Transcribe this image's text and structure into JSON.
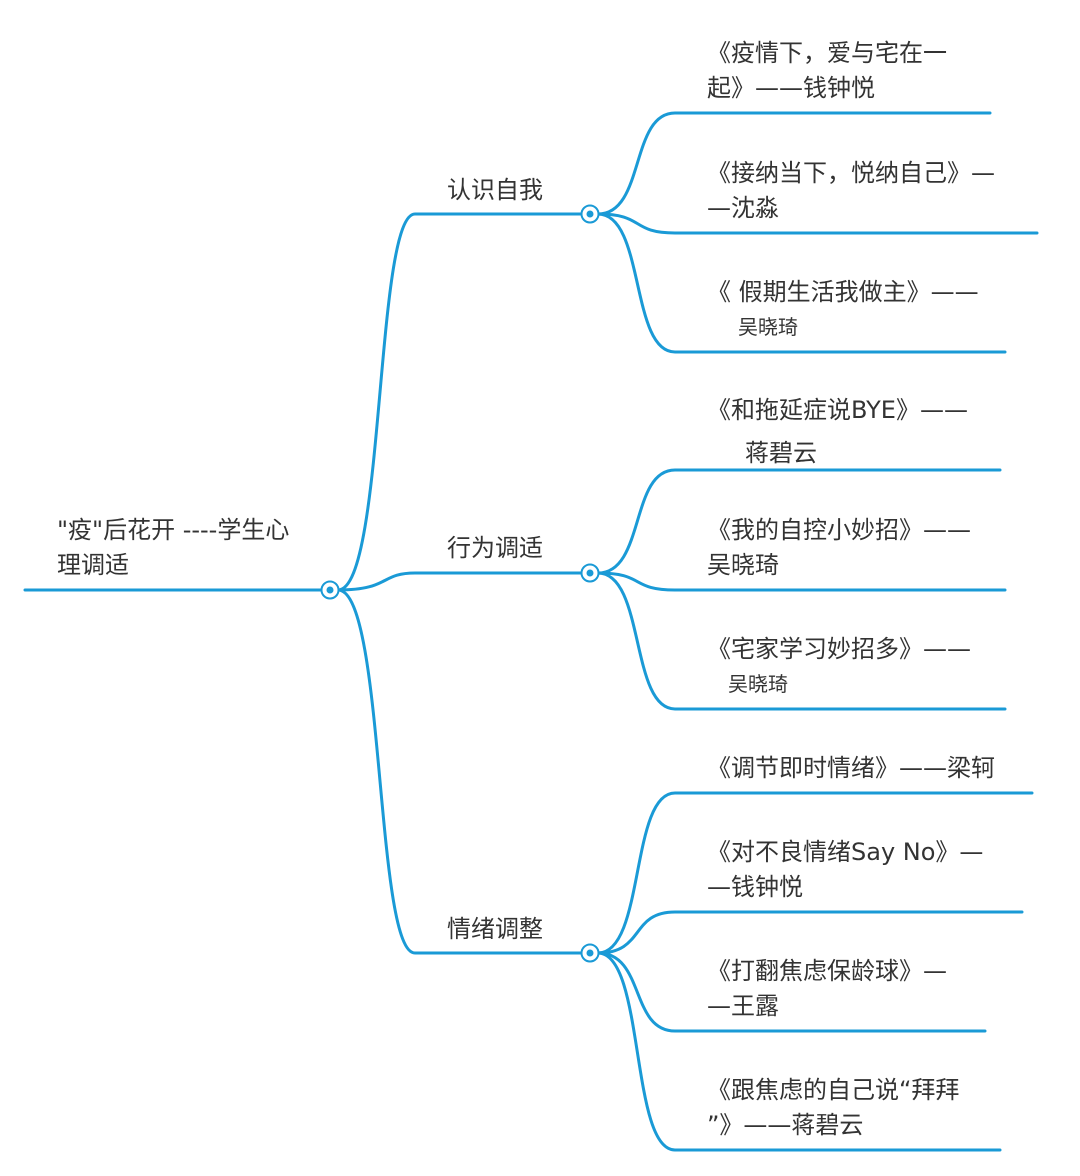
{
  "root": {
    "line1": "\"疫\"后花开 ----学生心",
    "line2": "理调适"
  },
  "branches": [
    {
      "label": "认识自我",
      "leaves": [
        {
          "line1": "《疫情下，爱与宅在一",
          "line2": "起》——钱钟悦"
        },
        {
          "line1": "《接纳当下，悦纳自己》—",
          "line2": "—沈淼"
        },
        {
          "line1": "《 假期生活我做主》——",
          "line2": "吴晓琦"
        }
      ]
    },
    {
      "label": "行为调适",
      "leaves": [
        {
          "line1": "《和拖延症说BYE》——",
          "line2": "蒋碧云"
        },
        {
          "line1": "《我的自控小妙招》——",
          "line2": "吴晓琦"
        },
        {
          "line1": "《宅家学习妙招多》——",
          "line2": "吴晓琦"
        }
      ]
    },
    {
      "label": "情绪调整",
      "leaves": [
        {
          "line1": "《调节即时情绪》——梁轲"
        },
        {
          "line1": "《对不良情绪Say  No》—",
          "line2": "—钱钟悦"
        },
        {
          "line1": "《打翻焦虑保龄球》—",
          "line2": "—王露"
        },
        {
          "line1": "《跟焦虑的自己说“拜拜",
          "line2": "”》——蒋碧云"
        }
      ]
    }
  ],
  "colors": {
    "line": "#1a9ad6"
  }
}
